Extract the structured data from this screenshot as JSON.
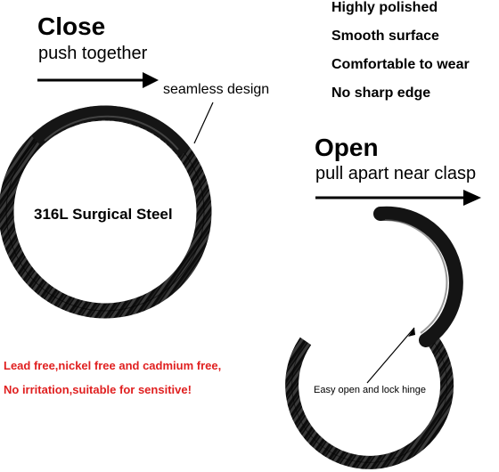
{
  "close": {
    "title": "Close",
    "subtitle": "push together"
  },
  "open": {
    "title": "Open",
    "subtitle": "pull apart near clasp"
  },
  "features": [
    "Highly polished",
    "Smooth surface",
    "Comfortable to wear",
    "No sharp edge"
  ],
  "labels": {
    "seamless": "seamless design",
    "material": "316L Surgical Steel",
    "hinge": "Easy open and lock hinge"
  },
  "warnings": [
    "Lead free,nickel free and cadmium free,",
    "No irritation,suitable for sensitive!"
  ],
  "colors": {
    "ring": "#111111",
    "warning": "#e02020",
    "text": "#000000"
  },
  "icons": [
    "arrow-right-icon",
    "closed-ring-image",
    "open-ring-image"
  ]
}
